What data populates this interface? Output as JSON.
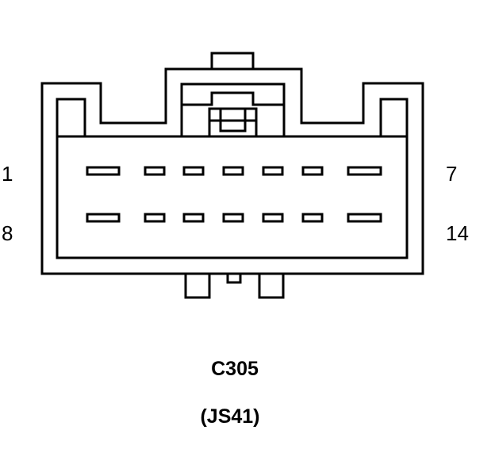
{
  "connector": {
    "name": "C305",
    "code": "(JS41)",
    "pin_labels": {
      "top_left": "1",
      "top_right": "7",
      "bottom_left": "8",
      "bottom_right": "14"
    },
    "rows": [
      {
        "pins": [
          1,
          2,
          3,
          4,
          5,
          6,
          7
        ]
      },
      {
        "pins": [
          8,
          9,
          10,
          11,
          12,
          13,
          14
        ]
      }
    ]
  }
}
